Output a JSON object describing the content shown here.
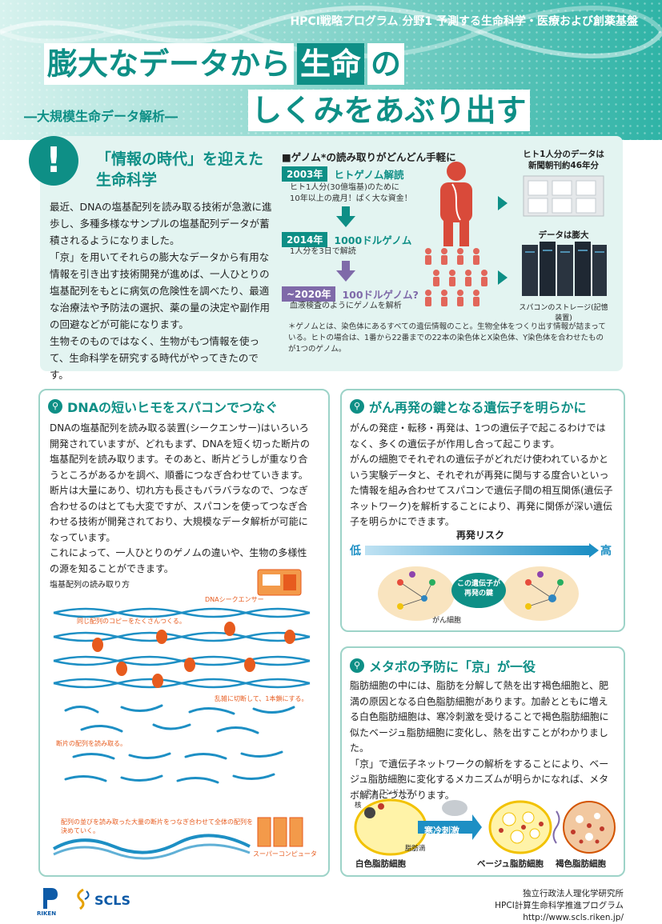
{
  "header": {
    "program": "HPCI戦略プログラム 分野1 予測する生命科学・医療および創薬基盤",
    "title_line1": [
      "膨大なデータから",
      "生命",
      "の"
    ],
    "title_line2": "しくみをあぶり出す",
    "subtitle": "―大規模生命データ解析―"
  },
  "intro": {
    "icon": "exclamation-icon",
    "heading_l1": "「情報の時代」を迎えた",
    "heading_l2": "生命科学",
    "paragraphs": [
      "最近、DNAの塩基配列を読み取る技術が急激に進歩し、多種多様なサンプルの塩基配列データが蓄積されるようになりました。",
      "「京」を用いてそれらの膨大なデータから有用な情報を引き出す技術開発が進めば、一人ひとりの塩基配列をもとに病気の危険性を調べたり、最適な治療法や予防法の選択、薬の量の決定や副作用の回避などが可能になります。",
      "生物そのものではなく、生物がもつ情報を使って、生命科学を研究する時代がやってきたのです。"
    ],
    "genome": {
      "heading": "■ゲノム*の読み取りがどんどん手軽に",
      "rows": [
        {
          "year": "2003年",
          "label": "ヒトゲノム解読",
          "desc1": "ヒト1人分(30億塩基)のために",
          "desc2": "10年以上の歳月！ばく大な資金！"
        },
        {
          "year": "2014年",
          "label": "1000ドルゲノム",
          "desc1": "1人分を3日で解読",
          "desc2": ""
        },
        {
          "year": "~2020年",
          "label": "100ドルゲノム?",
          "desc1": "血液検査のようにゲノムを解析",
          "desc2": ""
        }
      ],
      "right_top_l1": "ヒト1人分のデータは",
      "right_top_l2": "新聞朝刊約46年分",
      "right_mid": "データは膨大",
      "right_bottom": "スパコンのストレージ(記憶装置)",
      "note": "＊ゲノムとは、染色体にあるすべての遺伝情報のこと。生物全体をつくり出す情報が詰まっている。ヒトの場合は、1番から22番までの22本の染色体とX染色体、Y染色体を合わせたものが1つのゲノム。"
    }
  },
  "dna": {
    "title": "DNAの短いヒモをスパコンでつなぐ",
    "paragraphs": [
      "DNAの塩基配列を読み取る装置(シークエンサー)はいろいろ開発されていますが、どれもまず、DNAを短く切った断片の塩基配列を読み取ります。そのあと、断片どうしが重なり合うところがあるかを調べ、順番につなぎ合わせていきます。",
      "断片は大量にあり、切れ方も長さもバラバラなので、つなぎ合わせるのはとても大変ですが、スパコンを使ってつなぎ合わせる技術が開発されており、大規模なデータ解析が可能になっています。",
      "これによって、一人ひとりのゲノムの違いや、生物の多様性の源を知ることができます。"
    ],
    "figure_title": "塩基配列の読み取り方",
    "label_sequencer": "DNAシークエンサー",
    "label_copy": "同じ配列のコピーをたくさんつくる。",
    "label_cut": "乱雑に切断して、1本鎖にする。",
    "label_read": "断片の配列を読み取る。",
    "label_join": "配列の並びを読み取った大量の断片をつなぎ合わせて全体の配列を決めていく。",
    "label_super": "スーパーコンピュータ"
  },
  "cancer": {
    "title": "がん再発の鍵となる遺伝子を明らかに",
    "paragraphs": [
      "がんの発症・転移・再発は、1つの遺伝子で起こるわけではなく、多くの遺伝子が作用し合って起こります。",
      "がんの細胞でそれぞれの遺伝子がどれだけ使われているかという実験データと、それぞれが再発に関与する度合いといった情報を組み合わせてスパコンで遺伝子間の相互関係(遺伝子ネットワーク)を解析することにより、再発に関係が深い遺伝子を明らかにできます。"
    ],
    "risk_label": "再発リスク",
    "low": "低",
    "high": "高",
    "key_gene_l1": "この遺伝子が",
    "key_gene_l2": "再発の鍵",
    "cell_label": "がん細胞"
  },
  "metabo": {
    "title": "メタボの予防に「京」が一役",
    "paragraphs": [
      "脂肪細胞の中には、脂肪を分解して熱を出す褐色細胞と、肥満の原因となる白色脂肪細胞があります。加齢とともに増える白色脂肪細胞は、寒冷刺激を受けることで褐色脂肪細胞に似たベージュ脂肪細胞に変化し、熱を出すことがわかりました。",
      "「京」で遺伝子ネットワークの解析をすることにより、ベージュ脂肪細胞に変化するメカニズムが明らかになれば、メタボ解消につながります。"
    ],
    "label_mito": "ミトコンドリア",
    "label_nucleus": "核",
    "label_fat": "脂肪滴",
    "label_cold": "寒冷刺激",
    "cell_white": "白色脂肪細胞",
    "cell_beige": "ベージュ脂肪細胞",
    "cell_brown": "褐色脂肪細胞"
  },
  "footer": {
    "riken": "RIKEN",
    "scls": "SCLS",
    "org1": "独立行政法人理化学研究所",
    "org2": "HPCI計算生命科学推進プログラム",
    "url": "http://www.scls.riken.jp/"
  },
  "colors": {
    "teal": "#0e8f86",
    "purple": "#7f6aa9",
    "orange": "#e75b1e",
    "blue": "#1d8fc4"
  }
}
